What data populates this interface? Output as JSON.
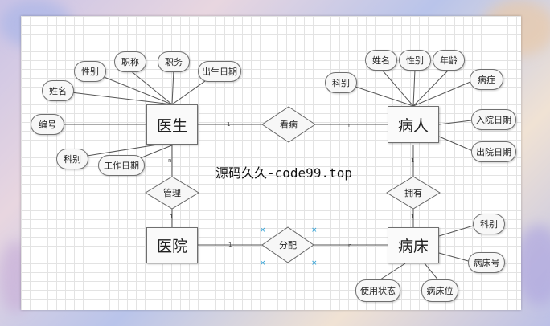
{
  "entities": {
    "doctor": "医生",
    "patient": "病人",
    "hospital": "医院",
    "bed": "病床"
  },
  "relationships": {
    "see": "看病",
    "manage": "管理",
    "have": "拥有",
    "assign": "分配"
  },
  "doctor_attrs": {
    "name": "姓名",
    "gender": "性别",
    "title": "职称",
    "position": "职务",
    "birth": "出生日期",
    "id": "编号",
    "dept": "科别",
    "work_date": "工作日期"
  },
  "patient_attrs": {
    "name": "姓名",
    "gender": "性别",
    "age": "年龄",
    "dept": "科别",
    "disease": "病症",
    "admit_date": "入院日期",
    "discharge_date": "出院日期"
  },
  "bed_attrs": {
    "dept": "科别",
    "bed_no": "病床号",
    "status": "使用状态",
    "position": "病床位"
  },
  "watermark": "源码久久-code99.top",
  "cardinalities": {
    "doctor_see": "1",
    "see_patient": "n",
    "doctor_manage": "n",
    "manage_hospital": "1",
    "patient_have": "1",
    "have_bed": "1",
    "hospital_assign": "1",
    "assign_bed": "n"
  }
}
